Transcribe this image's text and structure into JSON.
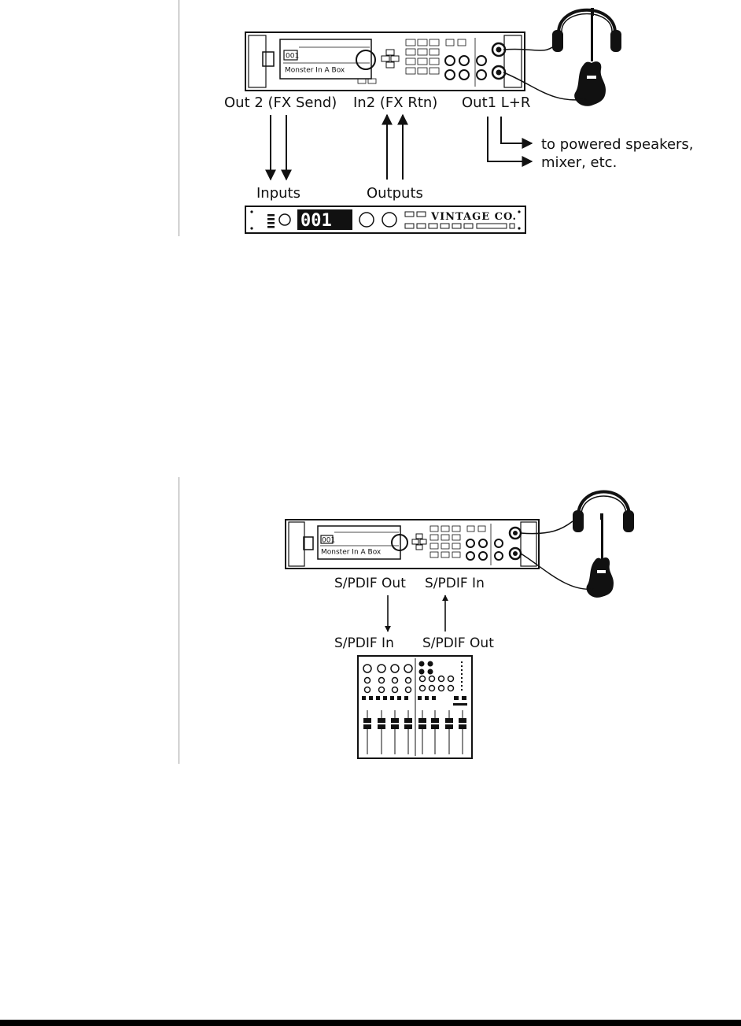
{
  "diagram1": {
    "labels": {
      "out2": "Out 2 (FX Send)",
      "in2": "In2 (FX Rtn)",
      "out1": "Out1 L+R",
      "speakers": "to powered speakers,",
      "mixer": "mixer, etc.",
      "inputs": "Inputs",
      "outputs": "Outputs"
    },
    "axe_screen": {
      "preset_number": "001",
      "preset_name": "Monster In A Box"
    },
    "fx_unit": {
      "display": "001",
      "brand": "VINTAGE CO."
    }
  },
  "diagram2": {
    "labels": {
      "spdif_out_top": "S/PDIF Out",
      "spdif_in_top": "S/PDIF In",
      "spdif_in_bottom": "S/PDIF In",
      "spdif_out_bottom": "S/PDIF Out"
    },
    "axe_screen": {
      "preset_number": "001",
      "preset_name": "Monster In A Box"
    }
  },
  "colors": {
    "ink": "#111111",
    "rule": "#9a9a9a",
    "background": "#ffffff"
  }
}
